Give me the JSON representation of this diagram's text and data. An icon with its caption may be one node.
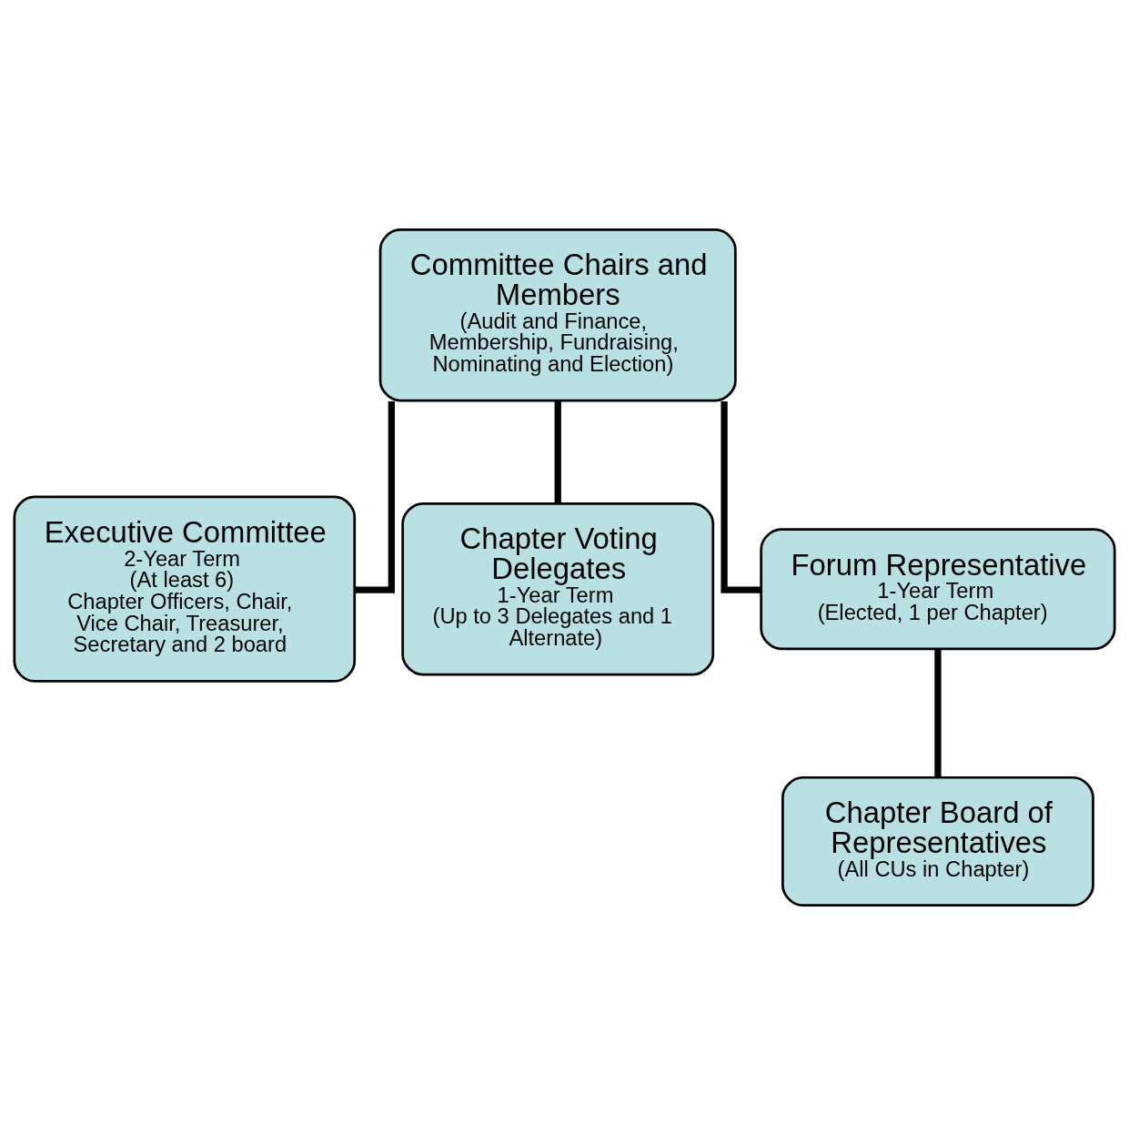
{
  "diagram": {
    "nodes": [
      {
        "text": [
          "Committee Chairs and Members",
          "(Audit and Finance, Membership, Fundraising, Nominating and Election)"
        ]
      },
      {
        "text": [
          "Executive Committee",
          "2-Year Term",
          "(At least 6)",
          "Chapter Officers, Chair, Vice Chair, Treasurer, Secretary and 2 board"
        ]
      },
      {
        "text": [
          "Chapter Voting Delegates",
          "1-Year Term",
          "(Up to 3 Delegates and 1 Alternate)"
        ]
      },
      {
        "text": [
          "Forum Representative",
          "1-Year Term",
          "(Elected, 1 per Chapter)"
        ]
      },
      {
        "text": [
          "Chapter Board of Representatives",
          "(All CUs in Chapter)"
        ]
      }
    ],
    "edges": [
      {
        "from": 0,
        "to": 1,
        "arrow": "none"
      },
      {
        "from": 0,
        "to": 2,
        "arrow": "none"
      },
      {
        "from": 0,
        "to": 3,
        "arrow": "none"
      },
      {
        "from": 3,
        "to": 4,
        "arrow": "none"
      }
    ]
  }
}
